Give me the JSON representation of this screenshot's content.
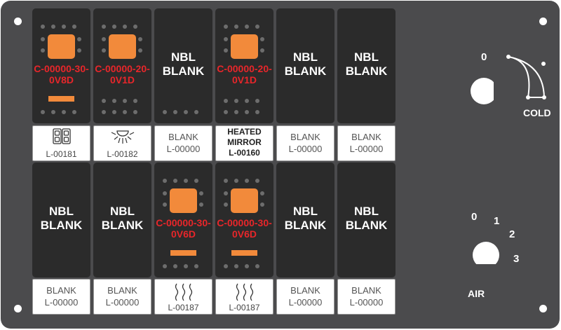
{
  "switches": [
    {
      "type": "lamp",
      "partno": [
        "C-00000-30-",
        "0V8D"
      ]
    },
    {
      "type": "lamp",
      "partno": [
        "C-00000-20-",
        "0V1D"
      ]
    },
    {
      "type": "blank",
      "legend": [
        "NBL",
        "BLANK"
      ]
    },
    {
      "type": "lamp",
      "partno": [
        "C-00000-20-",
        "0V1D"
      ]
    },
    {
      "type": "blank",
      "legend": [
        "NBL",
        "BLANK"
      ]
    },
    {
      "type": "blank",
      "legend": [
        "NBL",
        "BLANK"
      ]
    },
    {
      "type": "blank",
      "legend": [
        "NBL",
        "BLANK"
      ]
    },
    {
      "type": "blank",
      "legend": [
        "NBL",
        "BLANK"
      ]
    },
    {
      "type": "lamp",
      "partno": [
        "C-00000-30-",
        "0V6D"
      ]
    },
    {
      "type": "lamp",
      "partno": [
        "C-00000-30-",
        "0V6D"
      ]
    },
    {
      "type": "blank",
      "legend": [
        "NBL",
        "BLANK"
      ]
    },
    {
      "type": "blank",
      "legend": [
        "NBL",
        "BLANK"
      ]
    }
  ],
  "labels": [
    {
      "icon": "dual-door-icon",
      "code": "L-00181"
    },
    {
      "icon": "dome-light-icon",
      "code": "L-00182"
    },
    {
      "text": "BLANK",
      "code": "L-00000"
    },
    {
      "lines": [
        "HEATED",
        "MIRROR",
        "L-00160"
      ]
    },
    {
      "text": "BLANK",
      "code": "L-00000"
    },
    {
      "text": "BLANK",
      "code": "L-00000"
    },
    {
      "text": "BLANK",
      "code": "L-00000"
    },
    {
      "text": "BLANK",
      "code": "L-00000"
    },
    {
      "icon": "heat-waves-icon",
      "code": "L-00187"
    },
    {
      "icon": "heat-waves-icon",
      "code": "L-00187"
    },
    {
      "text": "BLANK",
      "code": "L-00000"
    },
    {
      "text": "BLANK",
      "code": "L-00000"
    }
  ],
  "temp_dial": {
    "zero": "0",
    "label": "COLD"
  },
  "air_dial": {
    "positions": [
      "0",
      "1",
      "2",
      "3"
    ],
    "label": "AIR"
  },
  "colors": {
    "panel": "#4b4b4d",
    "switch": "#2b2b2b",
    "lamp": "#f28a3b",
    "partno": "#e8262a"
  }
}
